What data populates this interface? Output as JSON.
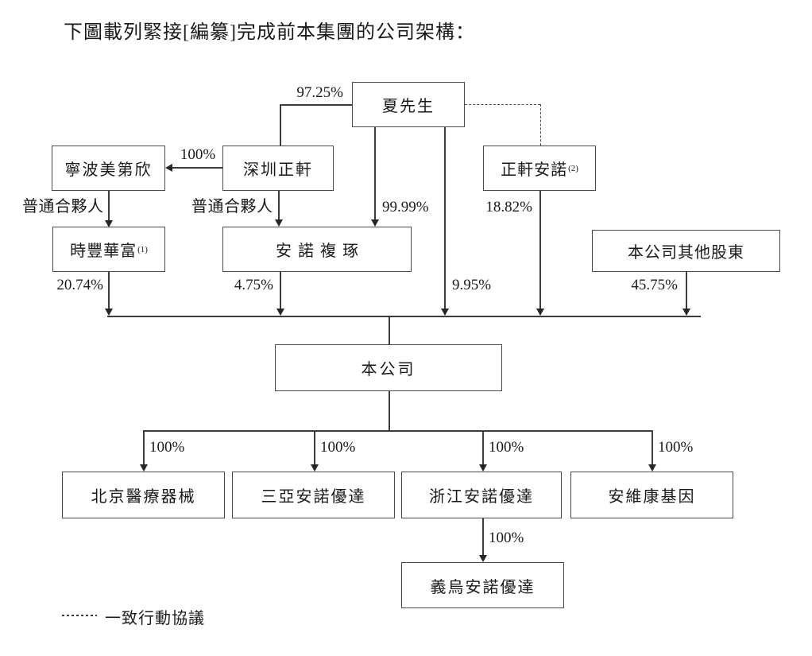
{
  "title": "下圖載列緊接[編纂]完成前本集團的公司架構：",
  "nodes": {
    "mr_xia": {
      "label": "夏先生"
    },
    "ningbo_meidixin": {
      "label": "寧波美第欣"
    },
    "shenzhen_zhengxuan": {
      "label": "深圳正軒"
    },
    "zhengxuan_annuo": {
      "label": "正軒安諾",
      "sup": "(2)"
    },
    "shifeng_huafu": {
      "label": "時豐華富",
      "sup": "(1)"
    },
    "annuo_fuzhuo": {
      "label": "安諾複琢"
    },
    "other_shareholders": {
      "label": "本公司其他股東"
    },
    "the_company": {
      "label": "本公司"
    },
    "beijing_medical": {
      "label": "北京醫療器械"
    },
    "sanya_annuoyouda": {
      "label": "三亞安諾優達"
    },
    "zhejiang_annuoyouda": {
      "label": "浙江安諾優達"
    },
    "anweikang_gene": {
      "label": "安維康基因"
    },
    "yiwu_annuoyouda": {
      "label": "義烏安諾優達"
    }
  },
  "edge_labels": {
    "xia_to_shenzhen_zhengxuan": "97.25%",
    "shenzhen_to_ningbo": "100%",
    "ningbo_general_partner": "普通合夥人",
    "shenzhen_general_partner": "普通合夥人",
    "xia_to_annuo_fuzhuo": "99.99%",
    "xia_to_company": "9.95%",
    "zhengxuan_annuo_to_company": "18.82%",
    "shifeng_to_company": "20.74%",
    "annuo_fuzhuo_to_company": "4.75%",
    "others_to_company": "45.75%",
    "company_to_beijing": "100%",
    "company_to_sanya": "100%",
    "company_to_zhejiang": "100%",
    "company_to_anweikang": "100%",
    "zhejiang_to_yiwu": "100%"
  },
  "legend": {
    "acting_in_concert": "一致行動協議"
  },
  "colors": {
    "line": "#3c3c3c",
    "box_border": "#4a4a4a",
    "text": "#1a1a1a",
    "background": "#ffffff"
  }
}
